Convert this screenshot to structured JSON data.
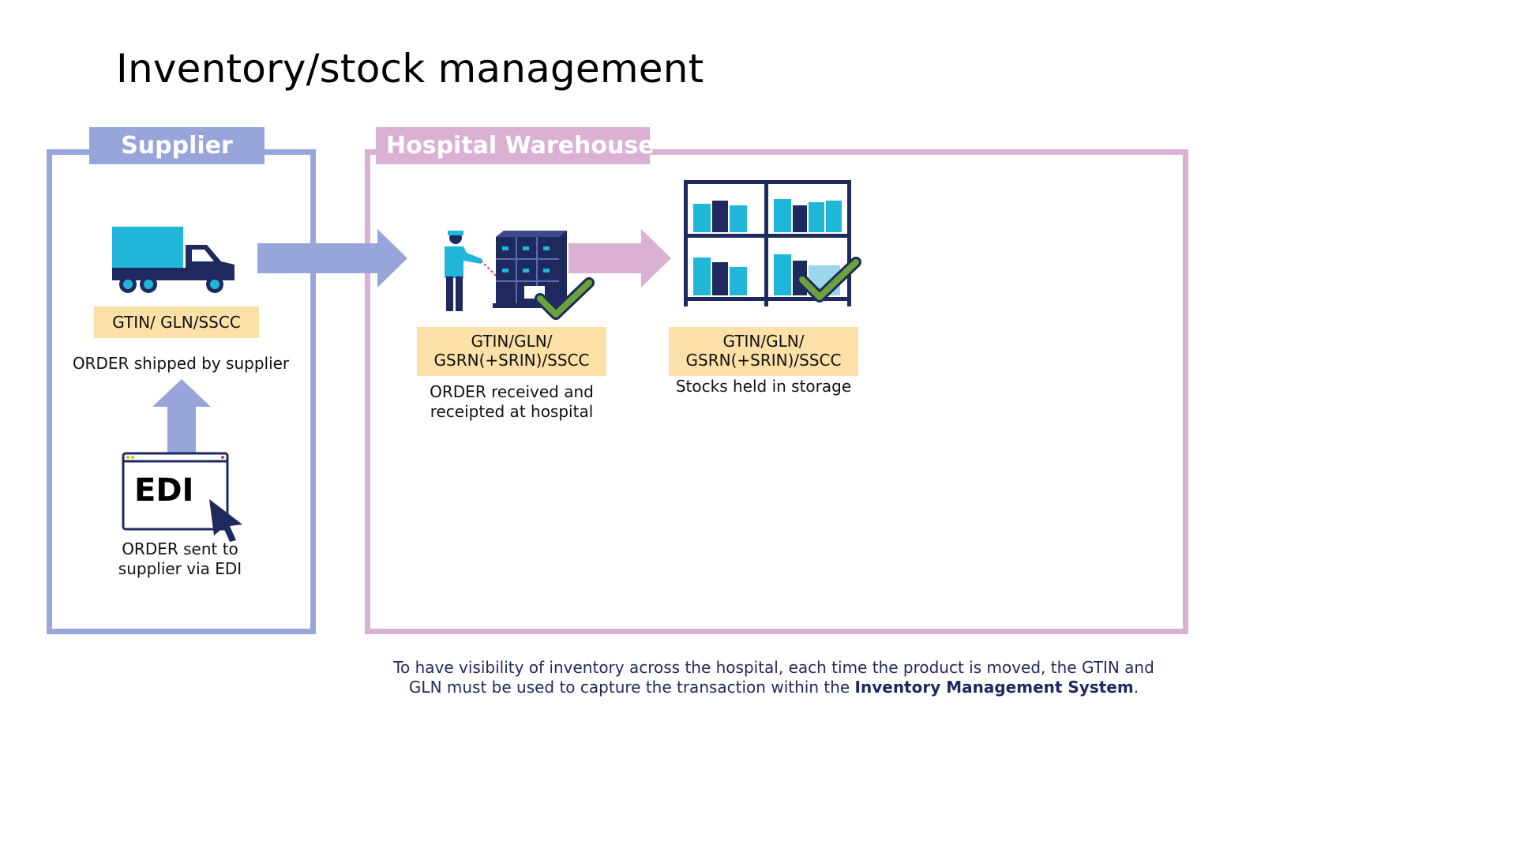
{
  "title": "Inventory/stock management",
  "supplier": {
    "tab_label": "Supplier",
    "code_label": "GTIN/ GLN/SSCC",
    "shipped_caption": "ORDER shipped by supplier",
    "edi_label": "EDI",
    "edi_caption_line1": "ORDER sent to",
    "edi_caption_line2": "supplier via EDI"
  },
  "warehouse": {
    "tab_label": "Hospital Warehouse",
    "received": {
      "code_line1": "GTIN/GLN/",
      "code_line2": "GSRN(+SRIN)/SSCC",
      "caption_line1": "ORDER received and",
      "caption_line2": "receipted at hospital"
    },
    "storage": {
      "code_line1": "GTIN/GLN/",
      "code_line2": "GSRN(+SRIN)/SSCC",
      "caption": "Stocks held in storage"
    }
  },
  "footer": {
    "line1": "To have visibility of inventory across the hospital, each time the product is moved, the GTIN and",
    "line2_prefix": "GLN must be used to capture the transaction within the ",
    "line2_bold": "Inventory Management System",
    "line2_suffix": "."
  },
  "colors": {
    "supplier": "#97a5db",
    "warehouse": "#dab1d3",
    "code_label_bg": "#fbe0a8",
    "navy": "#1e2a5e",
    "cyan": "#20b6d9",
    "check_green": "#6ba23a"
  },
  "icons": [
    "truck-icon",
    "worker-scanning-icon",
    "pallet-boxes-icon",
    "storage-shelves-icon",
    "checkmark-icon",
    "edi-window-icon",
    "mouse-pointer-icon",
    "arrow-right-icon",
    "arrow-up-icon"
  ]
}
